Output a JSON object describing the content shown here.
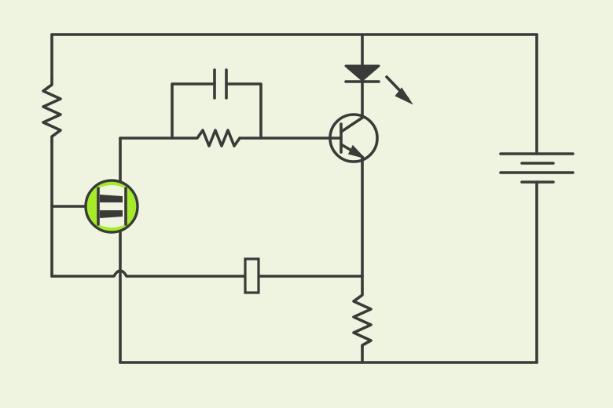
{
  "colors": {
    "paper": "#eef4e0",
    "ink": "#3a3a38",
    "highlight": "#a6ea2c"
  },
  "components": {
    "resistors": [
      "left-resistor",
      "feedback-resistor",
      "emitter-resistor"
    ],
    "capacitors": [
      "feedback-capacitor",
      "coupling-capacitor"
    ],
    "transistor": "npn-transistor",
    "led": "led",
    "battery": "battery",
    "sensor": "green-sensor"
  }
}
